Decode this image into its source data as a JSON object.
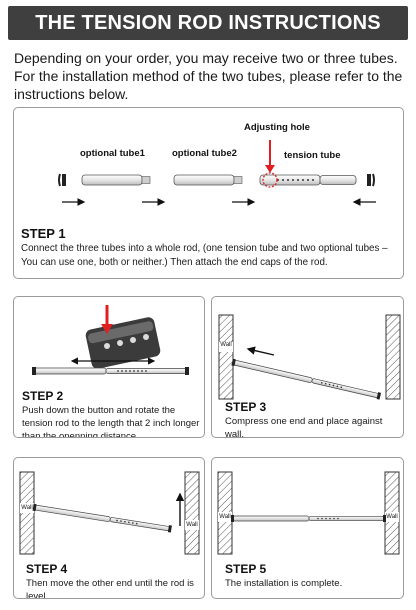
{
  "header": {
    "title": "THE TENSION ROD INSTRUCTIONS",
    "intro": "Depending on your order, you may receive two or three tubes. For the installation method of the two tubes, please refer to the instructions below."
  },
  "step1": {
    "title": "STEP 1",
    "text": "Connect the three tubes into a whole rod, (one tension tube and two optional tubes – You can use one, both or neither.) Then attach the end caps of the rod.",
    "label_adjusting_hole": "Adjusting hole",
    "label_optional_tube1": "optional tube1",
    "label_optional_tube2": "optional tube2",
    "label_tension_tube": "tension tube"
  },
  "step2": {
    "title": "STEP 2",
    "text": "Push down the button and rotate the tension rod to the length that 2 inch longer than the openning distance."
  },
  "step3": {
    "title": "STEP 3",
    "text": "Compress one end and place against wall.",
    "wall_label": "Wall"
  },
  "step4": {
    "title": "STEP 4",
    "text": "Then move the other end until the rod is level.",
    "wall_label": "Wall"
  },
  "step5": {
    "title": "STEP 5",
    "text": "The installation is complete.",
    "wall_label": "Wall"
  },
  "colors": {
    "banner": "#3f3f3f",
    "panel_border": "#9a9a9a",
    "marker_red": "#e02020",
    "rod_dark": "#333333"
  }
}
